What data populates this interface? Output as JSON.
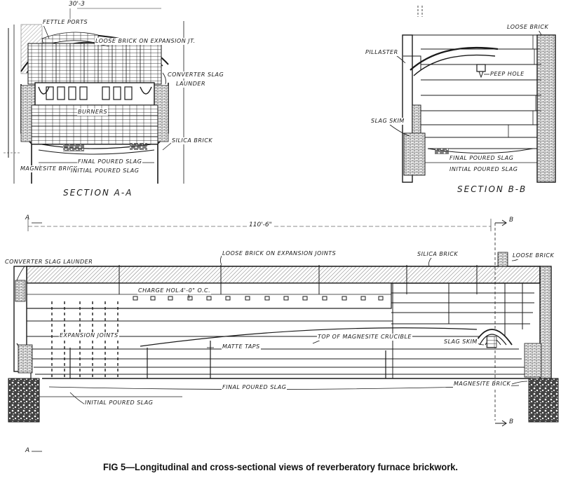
{
  "caption": "FIG 5—Longitudinal and cross-sectional views of reverberatory furnace brickwork.",
  "section_aa": {
    "title": "SECTION A-A",
    "dimension": "30'-3",
    "labels": {
      "fettle_ports": "FETTLE PORTS",
      "loose_brick_expansion": "LOOSE BRICK ON EXPANSION JT.",
      "converter_slag": "CONVERTER SLAG",
      "launder": "LAUNDER",
      "burners": "BURNERS",
      "silica_brick": "SILICA BRICK",
      "final_poured_slag": "FINAL POURED SLAG",
      "magnesite_brick": "MAGNESITE BRICK",
      "initial_poured_slag": "INITIAL POURED SLAG"
    }
  },
  "section_bb": {
    "title": "SECTION B-B",
    "labels": {
      "loose_brick": "LOOSE BRICK",
      "pillaster": "PILLASTER",
      "peep_hole": "PEEP HOLE",
      "slag_skim": "SLAG SKIM",
      "final_poured_slag": "FINAL POURED SLAG",
      "initial_poured_slag": "INITIAL POURED SLAG"
    }
  },
  "longitudinal": {
    "length": "110'-6\"",
    "cut_a": "A",
    "cut_b": "B",
    "labels": {
      "converter_slag_launder": "CONVERTER SLAG LAUNDER",
      "loose_brick_expansion_joints": "LOOSE BRICK ON EXPANSION JOINTS",
      "silica_brick": "SILICA BRICK",
      "loose_brick": "LOOSE BRICK",
      "charge_holes": "CHARGE HOLES",
      "charge_spacing": "4'-0\" O.C.",
      "expansion_joints": "EXPANSION JOINTS",
      "matte_taps": "MATTE TAPS",
      "top_magnesite_crucible": "TOP OF MAGNESITE CRUCIBLE",
      "slag_skim": "SLAG SKIM",
      "magnesite_brick": "MAGNESITE BRICK",
      "final_poured_slag": "FINAL POURED SLAG",
      "initial_poured_slag": "INITIAL POURED SLAG"
    }
  }
}
